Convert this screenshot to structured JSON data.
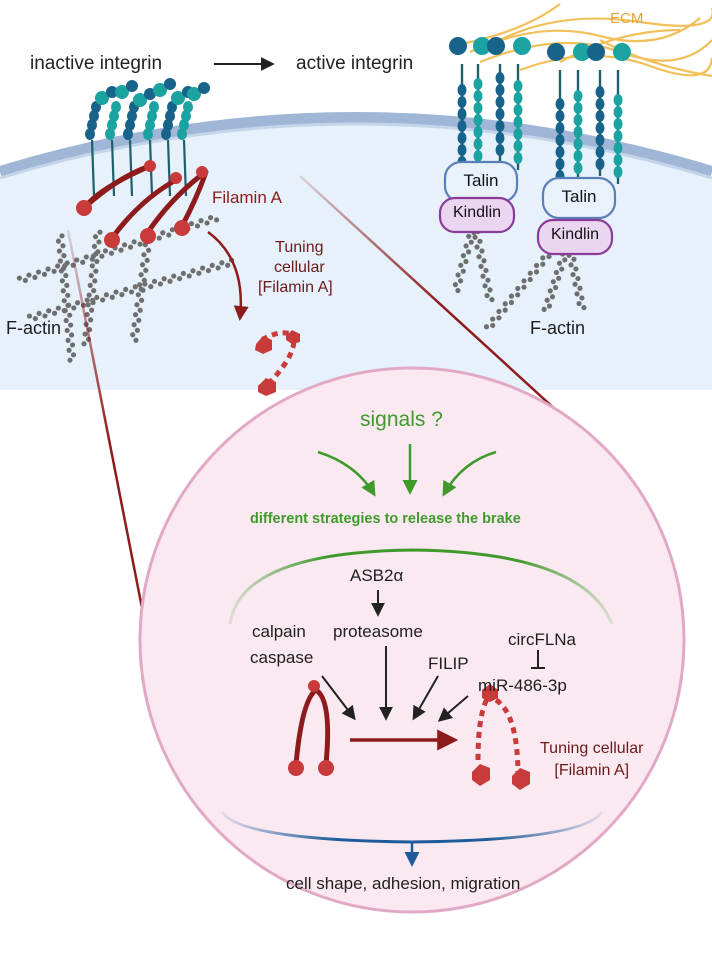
{
  "header": {
    "inactive_label": "inactive integrin",
    "active_label": "active integrin",
    "ecm_label": "ECM"
  },
  "cell_panel": {
    "filamin_label": "Filamin A",
    "tuning_line1": "Tuning",
    "tuning_line2": "cellular",
    "tuning_line3": "[Filamin A]",
    "factin_left": "F-actin",
    "factin_right": "F-actin",
    "talin_label": "Talin",
    "kindlin_label": "Kindlin"
  },
  "zoom": {
    "signals_label": "signals ?",
    "strategies_label": "different strategies to release the brake",
    "asb2a_label": "ASB2α",
    "proteasome_label": "proteasome",
    "calpain_label": "calpain",
    "caspase_label": "caspase",
    "circfln_label": "circFLNa",
    "filip_label": "FILIP",
    "mirna_label": "miR-486-3p",
    "tuning_line1": "Tuning cellular",
    "tuning_line2": "[Filamin A]",
    "outcome_label": "cell shape, adhesion, migration"
  },
  "colors": {
    "cytoplasm": "#e7f1fb",
    "membrane": "#9fb6d6",
    "filamin": "#c93a3a",
    "filamin_dark": "#8e1b1b",
    "zoom_fill": "#fbe9f1",
    "zoom_border": "#e1a9c6",
    "green": "#3f9a2c",
    "blue_arrow": "#1c5c9a",
    "integrin_dark": "#18638a",
    "integrin_teal": "#1aa3a0",
    "talin_fill": "#e9f1fb",
    "kindlin_fill": "#ead6f1"
  }
}
